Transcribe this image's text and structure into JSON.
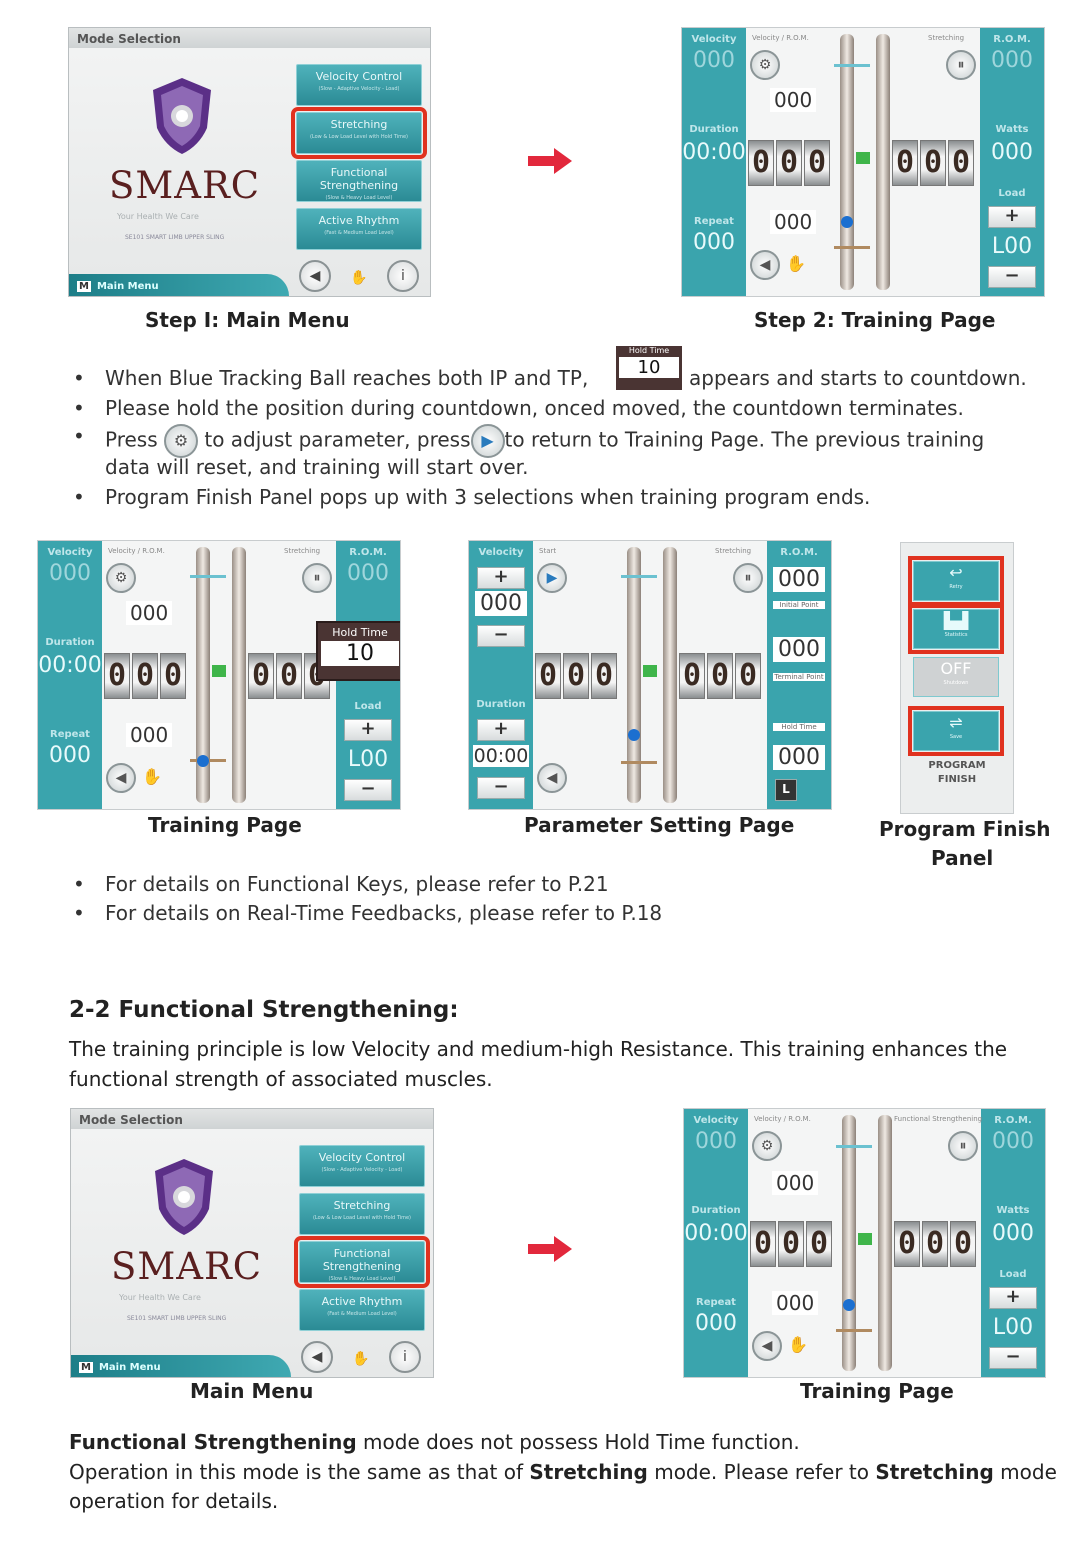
{
  "colors": {
    "teal": "#3aa4ad",
    "highlight": "#e0321f",
    "brand": "#5a1f1f",
    "arrow": "#e2283c"
  },
  "main_menu": {
    "title": "Mode Selection",
    "brand": "SMARC",
    "tagline": "Your Health We Care",
    "model": "SE101 SMART LIMB UPPER SLING",
    "footer_label": "Main Menu",
    "footer_badge": "M",
    "buttons": [
      {
        "label": "Velocity Control",
        "sub": "(Slow - Adaptive Velocity - Load)"
      },
      {
        "label": "Stretching",
        "sub": "(Low & Low Load Level with Hold Time)"
      },
      {
        "label": "Functional Strengthening",
        "sub": "(Slow & Heavy Load Level)"
      },
      {
        "label": "Active Rhythm",
        "sub": "(Fast & Medium Load Level)"
      }
    ],
    "icons": [
      "speaker-icon",
      "cancel-hand-icon",
      "info-icon"
    ]
  },
  "training": {
    "velocity_label": "Velocity",
    "velocity_rom_label": "Velocity / R.O.M.",
    "mode_label": "Stretching",
    "mode_label_fs": "Functional Strengthening",
    "rom_label": "R.O.M.",
    "velocity_value": "000",
    "rom_value": "000",
    "top_value": "000",
    "bottom_value": "000",
    "duration_label": "Duration",
    "duration_value": "00:00",
    "repeat_label": "Repeat",
    "repeat_value": "000",
    "watts_label": "Watts",
    "watts_value": "000",
    "load_label": "Load",
    "load_value": "L00",
    "counter_left": [
      "0",
      "0",
      "0"
    ],
    "counter_right": [
      "0",
      "0",
      "0"
    ],
    "plus": "+",
    "minus": "−"
  },
  "hold_time": {
    "label": "Hold Time",
    "value": "10"
  },
  "param": {
    "start_label": "Start",
    "initial_point": "Initial Point",
    "terminal_point": "Terminal Point",
    "hold_time_small": "Hold Time",
    "lock": "L"
  },
  "program_finish": {
    "label_line1": "PROGRAM",
    "label_line2": "FINISH",
    "buttons": [
      {
        "icon": "↩",
        "sub": "Retry"
      },
      {
        "icon": "▙▟",
        "sub": "Statistics"
      },
      {
        "icon": "OFF",
        "sub": "Shutdown"
      },
      {
        "icon": "⇌",
        "sub": "Save"
      }
    ]
  },
  "captions": {
    "step1": "Step I: Main Menu",
    "step2": "Step 2: Training Page",
    "training": "Training Page",
    "param": "Parameter Setting Page",
    "pf_line1": "Program Finish",
    "pf_line2": "Panel",
    "main_menu": "Main Menu",
    "training2": "Training Page"
  },
  "bullets": {
    "b1_before": "When Blue Tracking Ball reaches both IP and TP,",
    "b1_after": "appears and starts to countdown.",
    "b2": "Please hold the position during countdown, onced moved, the countdown terminates.",
    "b3_a": "Press",
    "b3_b": "to adjust parameter, press",
    "b3_c": "to return to Training Page. The previous training",
    "b3_d": "data will reset, and training will start over.",
    "b4": "Program Finish Panel pops up with 3 selections when training program ends.",
    "b5": "For details on Functional Keys, please refer to P.21",
    "b6": "For details on Real-Time Feedbacks, please refer to P.18"
  },
  "section": {
    "heading": "2-2 Functional Strengthening:",
    "intro1": "The training principle is low Velocity and medium-high Resistance. This training enhances the",
    "intro2": "functional strength of associated muscles.",
    "note1_bold": "Functional Strengthening",
    "note1_rest": " mode does not possess Hold Time function.",
    "note2_a": "Operation in this mode is the same as that of ",
    "note2_b": "Stretching",
    "note2_c": " mode. Please refer to ",
    "note2_d": "Stretching",
    "note2_e": " mode",
    "note3": "operation for details."
  }
}
